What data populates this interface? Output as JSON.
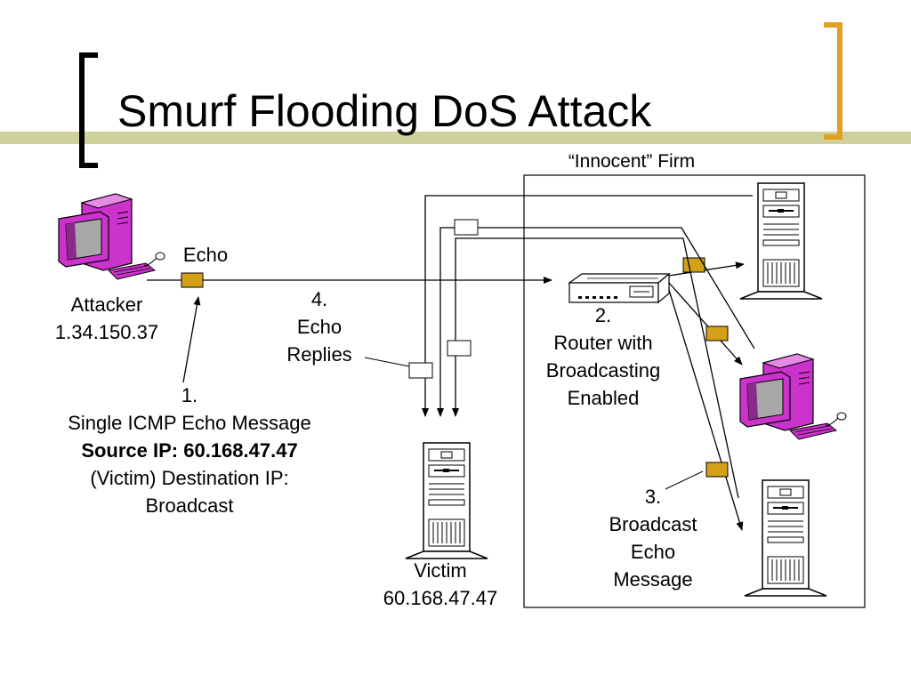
{
  "slide": {
    "title": "Smurf Flooding DoS Attack"
  },
  "labels": {
    "innocent_firm": "“Innocent” Firm",
    "echo": "Echo",
    "attacker_name": "Attacker",
    "attacker_ip": "1.34.150.37",
    "step4_number": "4.",
    "step4_line1": "Echo",
    "step4_line2": "Replies",
    "step2_number": "2.",
    "step2_line1": "Router with",
    "step2_line2": "Broadcasting",
    "step2_line3": "Enabled",
    "step1_number": "1.",
    "step1_line1": "Single ICMP Echo Message",
    "step1_line2": "Source IP: 60.168.47.47",
    "step1_line3": "(Victim) Destination IP:",
    "step1_line4": "Broadcast",
    "victim_name": "Victim",
    "victim_ip": "60.168.47.47",
    "step3_number": "3.",
    "step3_line1": "Broadcast",
    "step3_line2": "Echo",
    "step3_line3": "Message"
  },
  "colors": {
    "accent_bar": "#cfd19a",
    "bracket": "#000000",
    "bracket_right": "#e0a020",
    "packet": "#d4a017",
    "computer": "#cc33cc"
  },
  "icons": {
    "attacker": "desktop-computer-icon",
    "victim": "tower-server-icon",
    "router": "router-icon",
    "server_top": "tower-server-icon",
    "server_bottom": "tower-server-icon",
    "computer_firm": "desktop-computer-icon"
  }
}
